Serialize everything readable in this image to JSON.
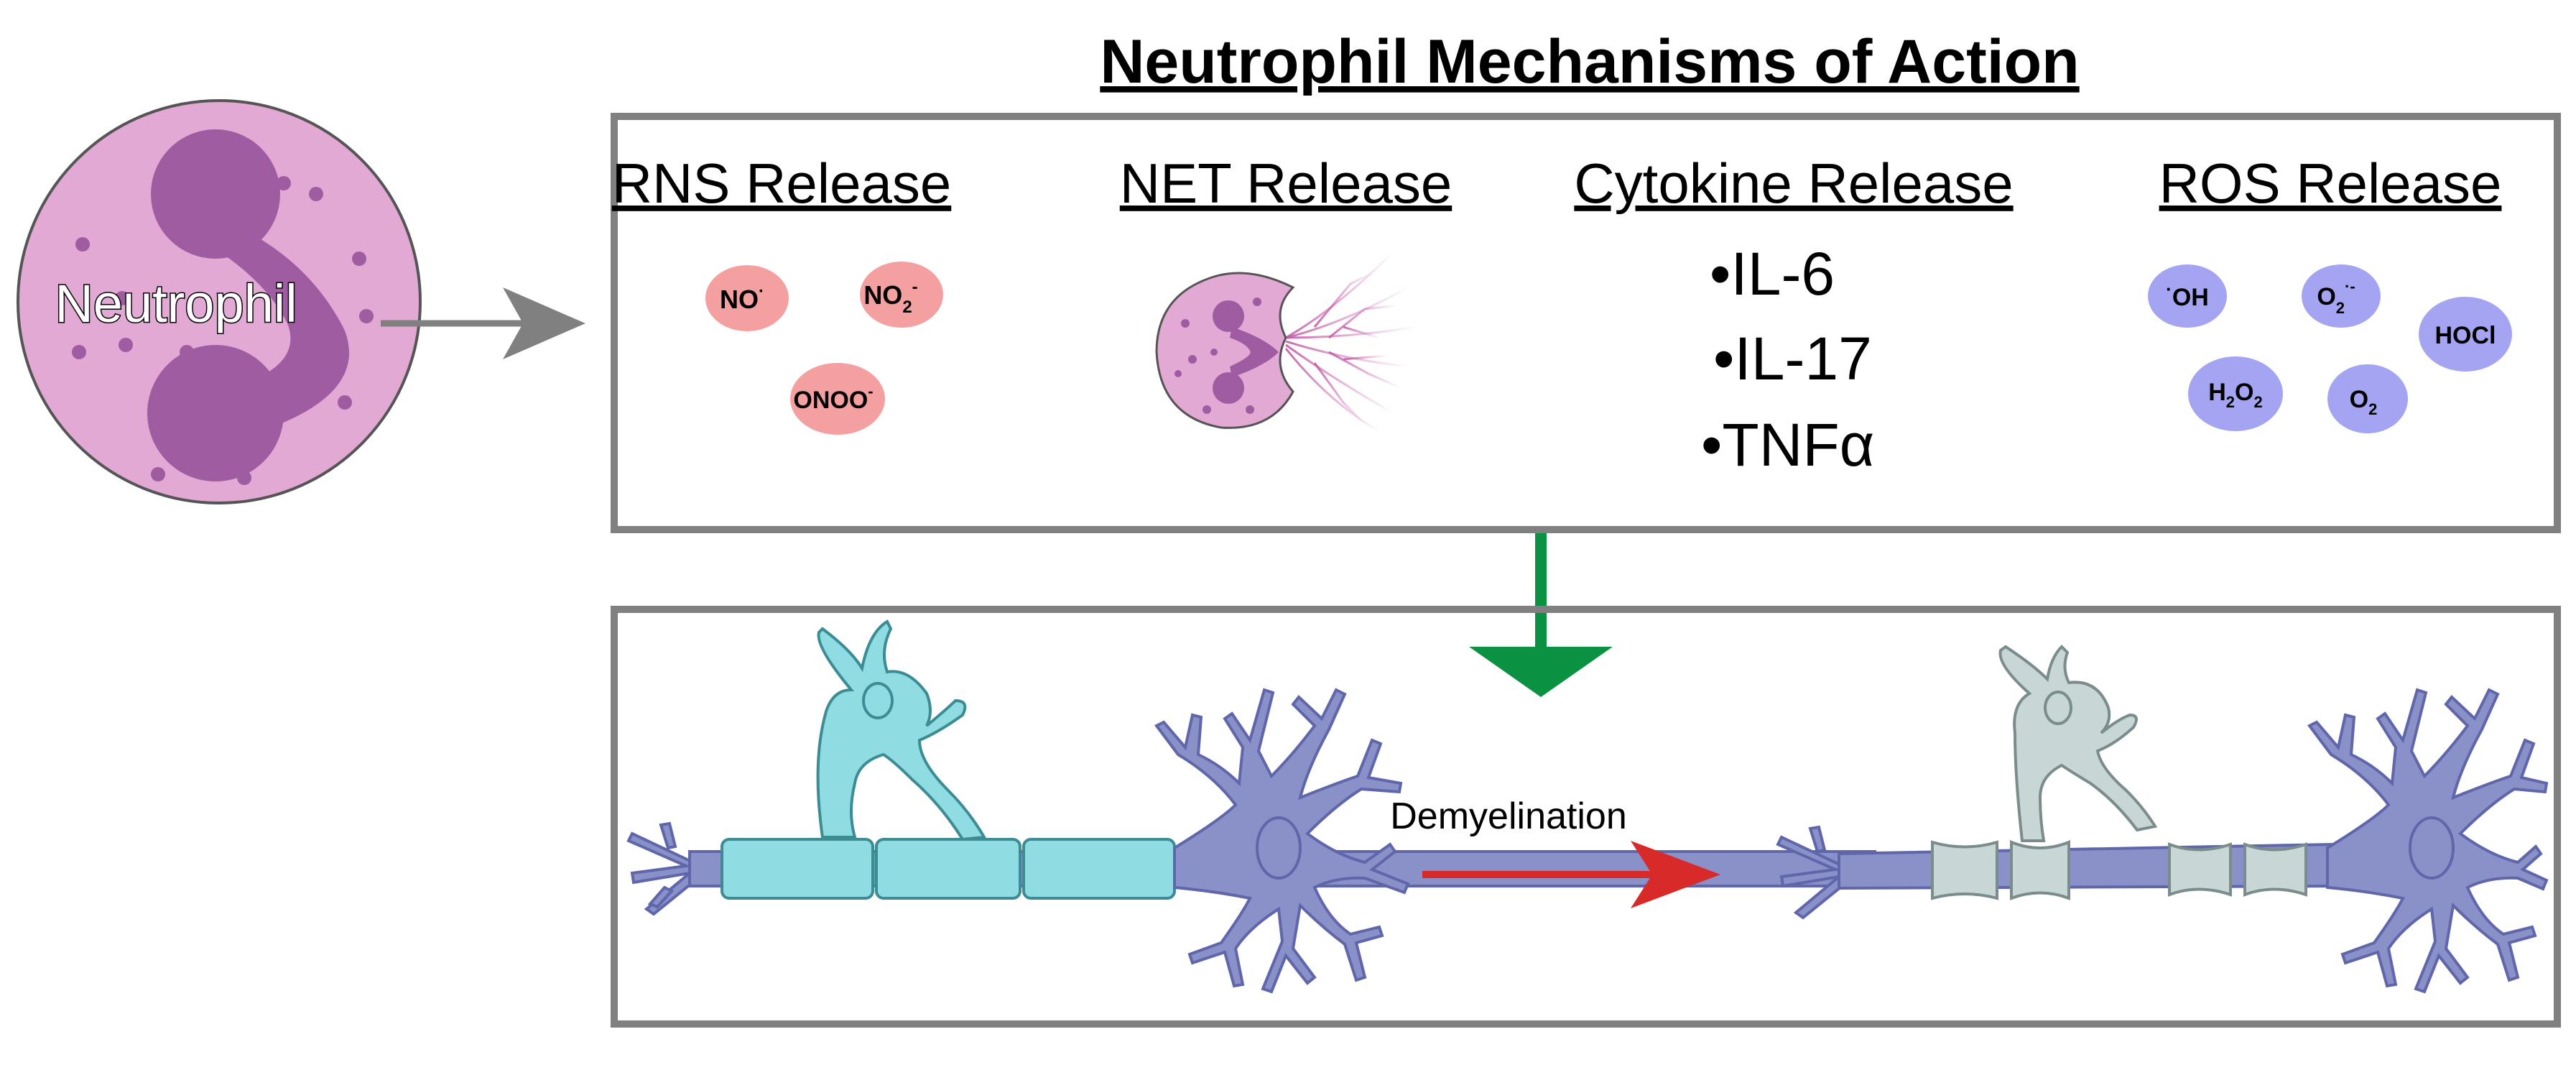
{
  "title": "Neutrophil Mechanisms of Action",
  "neutrophil_label": "Neutrophil",
  "mechanisms": {
    "rns": {
      "heading": "RNS Release",
      "species": [
        {
          "base": "NO",
          "sub": "",
          "sup": "·"
        },
        {
          "base": "NO",
          "sub": "2",
          "sup": "-"
        },
        {
          "base": "ONOO",
          "sub": "",
          "sup": "-"
        }
      ]
    },
    "net": {
      "heading": "NET Release"
    },
    "cytokine": {
      "heading": "Cytokine Release",
      "items": [
        "•IL-6",
        "•IL-17",
        "•TNFα"
      ]
    },
    "ros": {
      "heading": "ROS Release",
      "species": [
        {
          "pre": "·",
          "base": "OH",
          "sub": "",
          "sup": ""
        },
        {
          "pre": "",
          "base": "O",
          "sub": "2",
          "sup": "·-"
        },
        {
          "pre": "",
          "base": "HOCl",
          "sub": "",
          "sup": ""
        },
        {
          "pre": "",
          "base": "H",
          "sub": "2",
          "mid": "O",
          "sub2": "2",
          "sup": ""
        },
        {
          "pre": "",
          "base": "O",
          "sub": "2",
          "sup": ""
        }
      ]
    }
  },
  "effect_label": "Demyelination",
  "colors": {
    "rns": "#f5a0a0",
    "ros": "#a4a4f2",
    "neutrophil_body": "#e2a9d4",
    "neutrophil_nucleus": "#a05ca0",
    "myelin": "#8fdde3",
    "neuron": "#8a90c8",
    "green_arrow": "#0a9142",
    "red_arrow": "#d92a2a",
    "gray_arrow": "#808080",
    "box_border": "#808080"
  }
}
